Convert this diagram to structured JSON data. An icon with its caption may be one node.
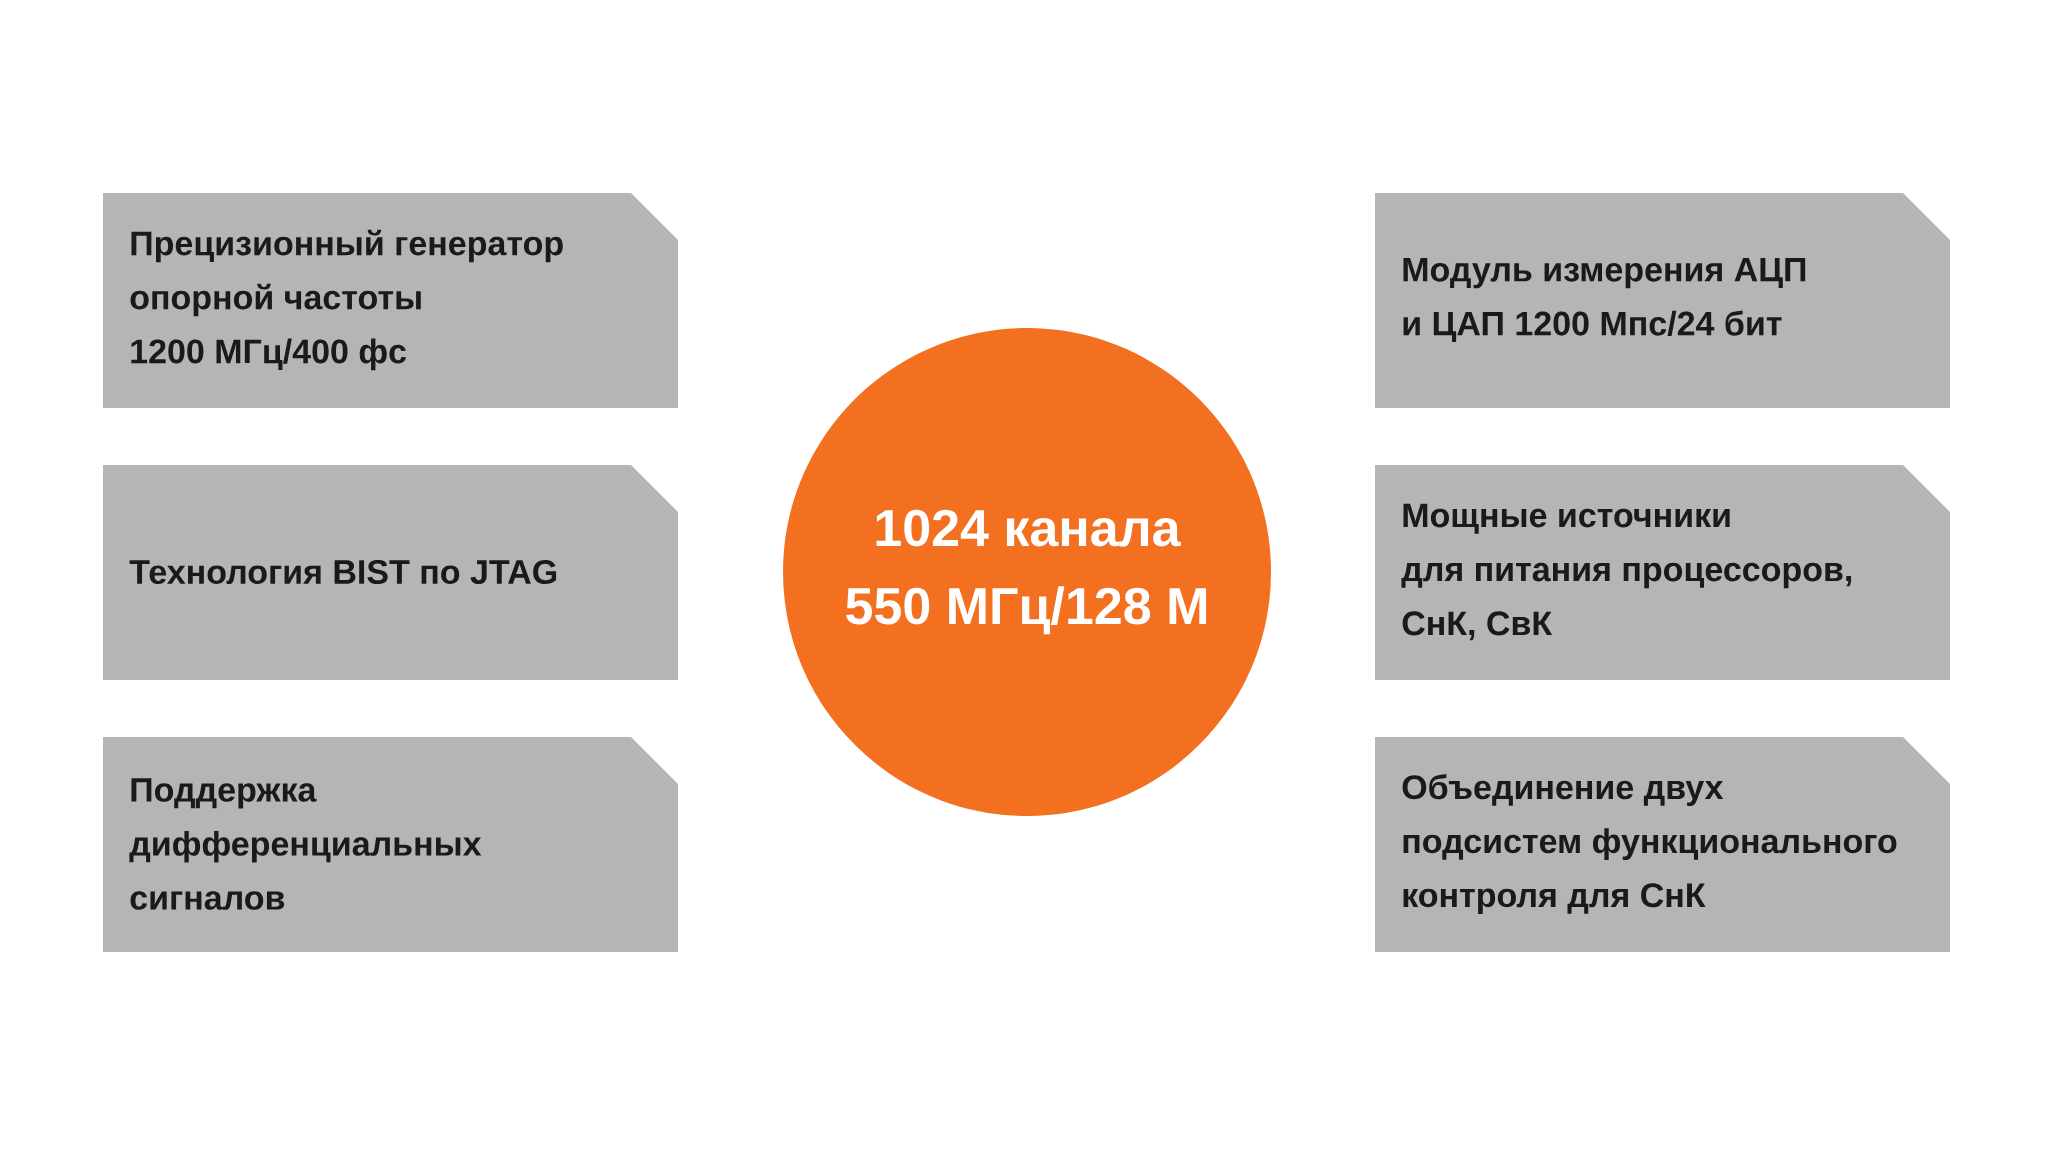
{
  "diagram": {
    "nodes": [
      {
        "text": [
          "Прецизионный генератор",
          "опорной частоты",
          "1200 МГц/400 фс"
        ]
      },
      {
        "text": [
          "Технология BIST по JTAG"
        ]
      },
      {
        "text": [
          "Поддержка",
          "дифференциальных",
          "сигналов"
        ]
      },
      {
        "text": [
          "1024 канала",
          "550 МГц/128 М"
        ]
      },
      {
        "text": [
          "Модуль измерения АЦП",
          "и ЦАП 1200 Мпс/24 бит"
        ]
      },
      {
        "text": [
          "Мощные источники",
          "для питания процессоров,",
          "СнК, СвК"
        ]
      },
      {
        "text": [
          "Объединение двух",
          "подсистем функционального",
          "контроля для СнК"
        ]
      }
    ]
  }
}
